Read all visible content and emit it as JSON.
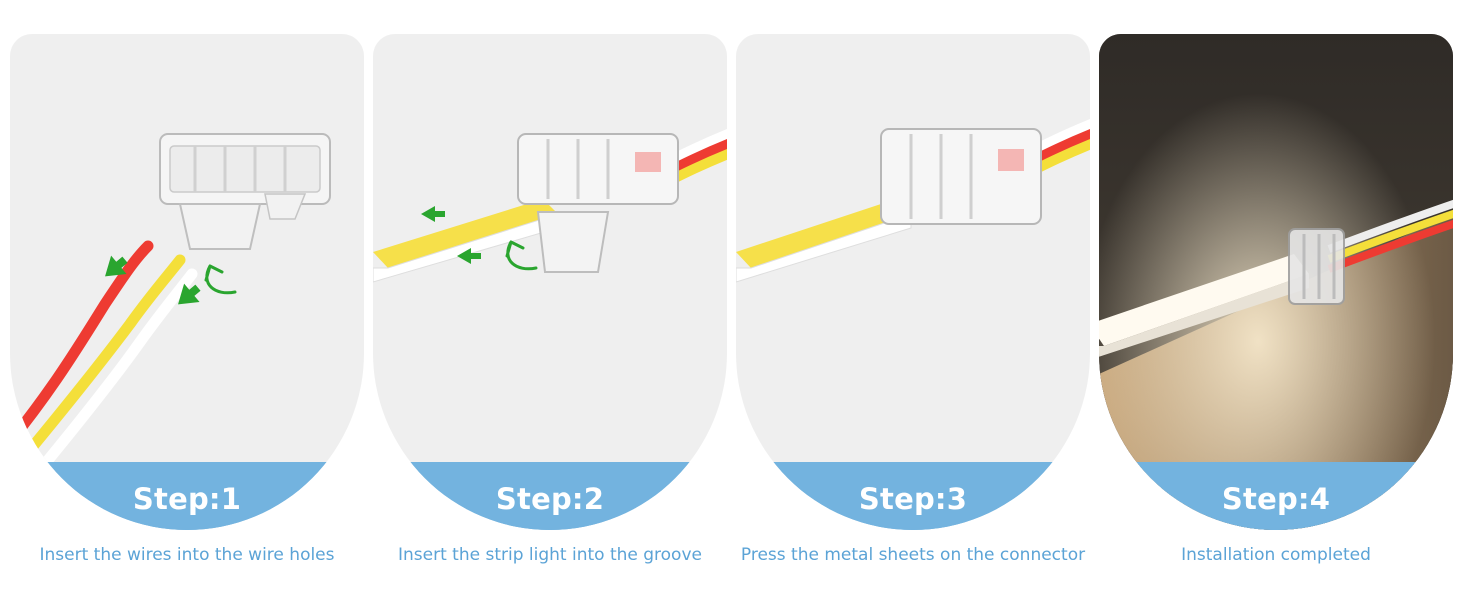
{
  "steps": [
    {
      "label": "Step:1",
      "caption": "Insert the wires into the wire holes"
    },
    {
      "label": "Step:2",
      "caption": "Insert the strip light into the groove"
    },
    {
      "label": "Step:3",
      "caption": "Press the metal sheets on the connector"
    },
    {
      "label": "Step:4",
      "caption": "Installation completed"
    }
  ],
  "colors": {
    "band": "#73b3df",
    "caption_text": "#5ba3d6",
    "card_background": "#efefef",
    "arrow_green": "#2aa52f",
    "strip_yellow": "#f6e04a",
    "wire_red": "#ee3b32"
  },
  "icons": [
    "green-arrow-icon",
    "curved-arrow-icon"
  ]
}
